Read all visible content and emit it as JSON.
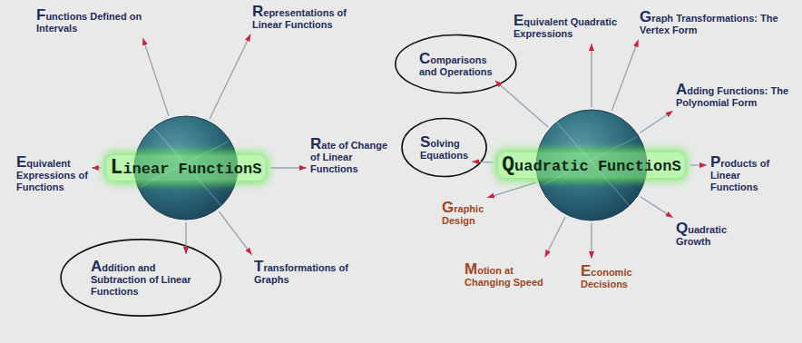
{
  "diagram": {
    "nodes": [
      {
        "text": [
          "Linear FunctionS"
        ]
      },
      {
        "text": [
          "Quadratic FunctionS"
        ]
      }
    ],
    "labels": [
      "Functions Defined on Intervals",
      "Representations of Linear Functions",
      "Rate of Change of Linear Functions",
      "Equivalent Expressions of Functions",
      "Addition and Subtraction of Linear Functions",
      "Transformations of Graphs",
      "Comparisons and Operations",
      "Equivalent Quadratic Expressions",
      "Graph Transformations: The Vertex Form",
      "Adding Functions: The Polynomial Form",
      "Products of Linear Functions",
      "Quadratic Growth",
      "Economic Decisions",
      "Motion at Changing Speed",
      "Graphic Design",
      "Solving Equations"
    ]
  }
}
